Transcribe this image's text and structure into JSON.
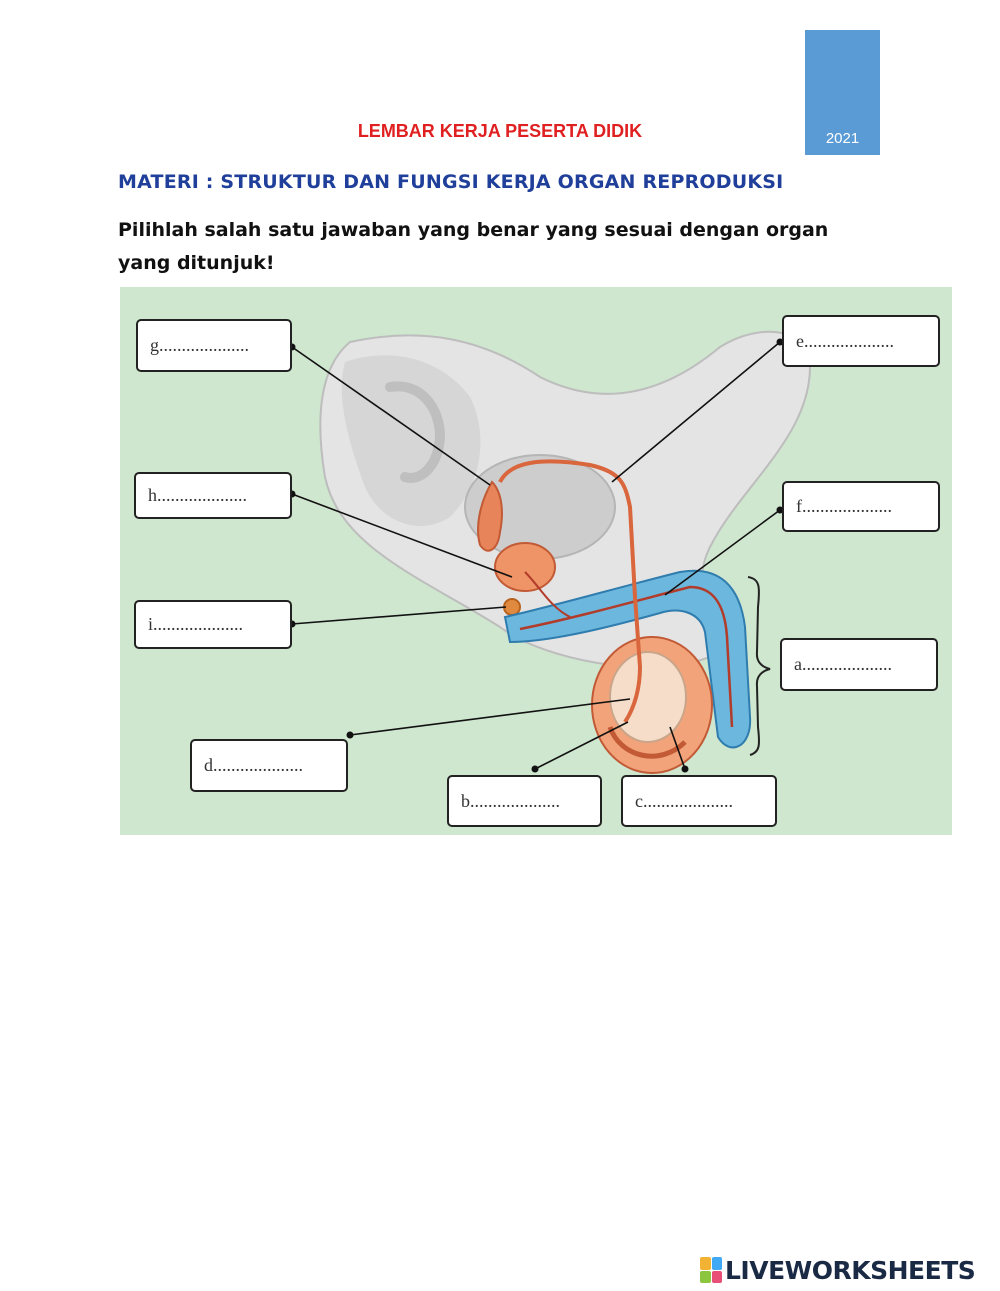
{
  "header": {
    "year": "2021",
    "title": "LEMBAR KERJA PESERTA DIDIK",
    "topic": "MATERI : STRUKTUR DAN FUNGSI KERJA ORGAN REPRODUKSI",
    "instruction": "Pilihlah salah satu jawaban yang benar yang sesuai dengan organ yang ditunjuk!"
  },
  "labels": {
    "g": "g....................",
    "h": "h....................",
    "i": "i....................",
    "d": "d....................",
    "e": "e....................",
    "f": "f....................",
    "a": "a....................",
    "b": "b....................",
    "c": "c...................."
  },
  "colors": {
    "title": "#e02020",
    "topic": "#1f3f9a",
    "year_tab": "#5b9bd5",
    "diagram_bg": "#cfe6cf"
  },
  "footer": {
    "brand": "LIVEWORKSHEETS"
  }
}
